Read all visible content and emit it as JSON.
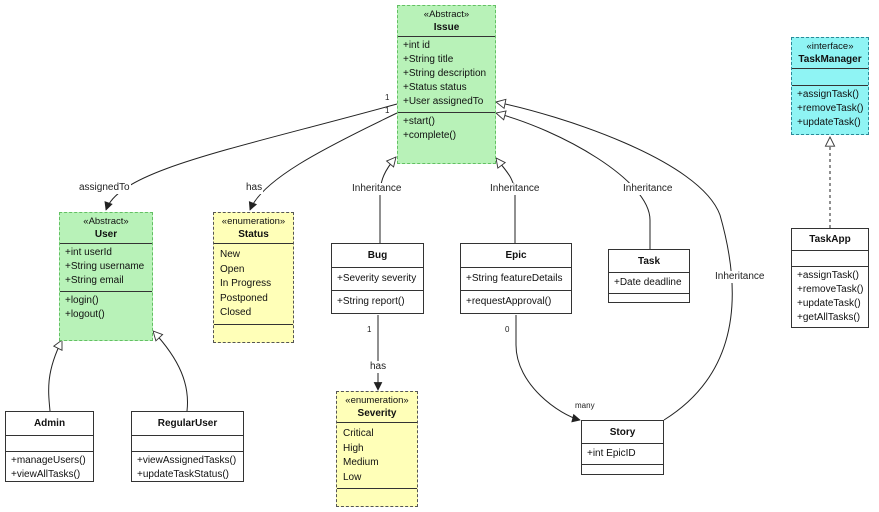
{
  "classes": {
    "issue": {
      "stereotype": "«Abstract»",
      "name": "Issue",
      "attributes": [
        "+int id",
        "+String title",
        "+String description",
        "+Status status",
        "+User assignedTo"
      ],
      "methods": [
        "+start()",
        "+complete()"
      ]
    },
    "task_manager": {
      "stereotype": "«interface»",
      "name": "TaskManager",
      "methods": [
        "+assignTask()",
        "+removeTask()",
        "+updateTask()"
      ]
    },
    "user": {
      "stereotype": "«Abstract»",
      "name": "User",
      "attributes": [
        "+int userId",
        "+String username",
        "+String email"
      ],
      "methods": [
        "+login()",
        "+logout()"
      ]
    },
    "status": {
      "stereotype": "«enumeration»",
      "name": "Status",
      "literals": [
        "New",
        "Open",
        "In Progress",
        "Postponed",
        "Closed"
      ]
    },
    "bug": {
      "name": "Bug",
      "attributes": [
        "+Severity severity"
      ],
      "methods": [
        "+String report()"
      ]
    },
    "epic": {
      "name": "Epic",
      "attributes": [
        "+String featureDetails"
      ],
      "methods": [
        "+requestApproval()"
      ]
    },
    "task": {
      "name": "Task",
      "attributes": [
        "+Date deadline"
      ]
    },
    "task_app": {
      "name": "TaskApp",
      "methods": [
        "+assignTask()",
        "+removeTask()",
        "+updateTask()",
        "+getAllTasks()"
      ]
    },
    "admin": {
      "name": "Admin",
      "methods": [
        "+manageUsers()",
        "+viewAllTasks()"
      ]
    },
    "regular_user": {
      "name": "RegularUser",
      "methods": [
        "+viewAssignedTasks()",
        "+updateTaskStatus()"
      ]
    },
    "severity": {
      "stereotype": "«enumeration»",
      "name": "Severity",
      "literals": [
        "Critical",
        "High",
        "Medium",
        "Low"
      ]
    },
    "story": {
      "name": "Story",
      "attributes": [
        "+int EpicID"
      ]
    }
  },
  "relations": {
    "assigned_to": {
      "label": "assignedTo",
      "source_mult": "1"
    },
    "has_status": {
      "label": "has",
      "source_mult": "1"
    },
    "bug_inheritance": {
      "label": "Inheritance"
    },
    "epic_inheritance": {
      "label": "Inheritance"
    },
    "task_inheritance": {
      "label": "Inheritance"
    },
    "story_inheritance": {
      "label": "Inheritance"
    },
    "has_severity": {
      "label": "has",
      "source_mult": "1"
    },
    "epic_story": {
      "source_mult": "0",
      "target_mult": "many"
    }
  },
  "colors": {
    "abstract_fill": "#b8f2b8",
    "enumeration_fill": "#ffffb8",
    "interface_fill": "#8ff4f4",
    "line": "#222222"
  }
}
